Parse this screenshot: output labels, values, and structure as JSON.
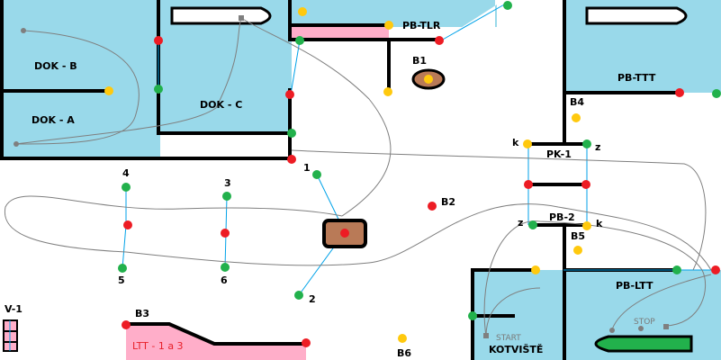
{
  "areas": {
    "dok_b": "DOK - B",
    "dok_a": "DOK - A",
    "dok_c": "DOK - C",
    "pb_tlr": "PB-TLR",
    "pb_ttt": "PB-TTT",
    "pk_1": "PK-1",
    "pb_2": "PB-2",
    "pb_ltt": "PB-LTT",
    "ltt": "LTT - 1 a 3",
    "kotviste": "KOTVIŠTĚ",
    "v_1": "V-1"
  },
  "markers": {
    "b1": "B1",
    "b2": "B2",
    "b3": "B3",
    "b4": "B4",
    "b5": "B5",
    "b6": "B6",
    "n1": "1",
    "n2": "2",
    "n3": "3",
    "n4": "4",
    "n5": "5",
    "n6": "6",
    "k_top": "k",
    "z_top": "z",
    "z_bottom": "z",
    "k_bottom": "k"
  },
  "route": {
    "start": "START",
    "stop": "STOP"
  },
  "colors": {
    "water": "#99d9ea",
    "wall": "#000000",
    "pink": "#ffaec9",
    "green_buoy": "#22b14c",
    "red_buoy": "#ed1c24",
    "yellow_buoy": "#ffc90e",
    "route_line": "#7f7f7f",
    "connector": "#00a2e8",
    "brown": "#b97a57"
  }
}
